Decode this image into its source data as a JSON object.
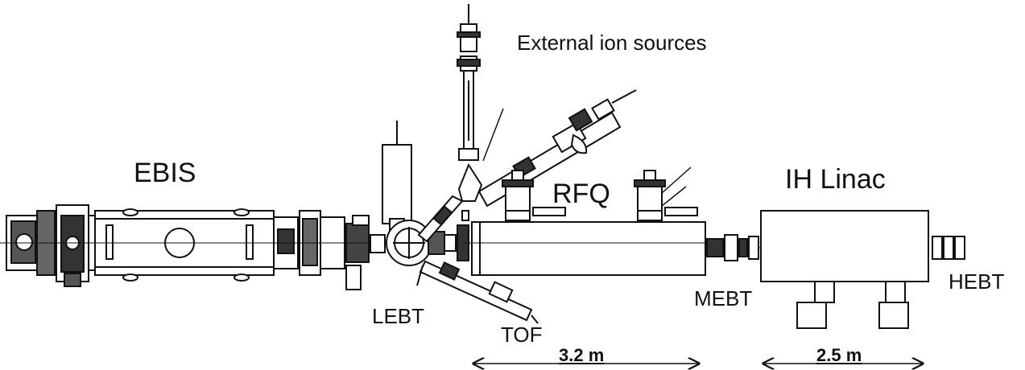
{
  "labels": {
    "ebis": "EBIS",
    "external_ion_sources": "External ion sources",
    "rfq": "RFQ",
    "ih_linac": "IH Linac",
    "lebt": "LEBT",
    "tof": "TOF",
    "mebt": "MEBT",
    "hebt": "HEBT"
  },
  "dimensions": {
    "rfq_length": "3.2 m",
    "ih_length": "2.5 m"
  }
}
